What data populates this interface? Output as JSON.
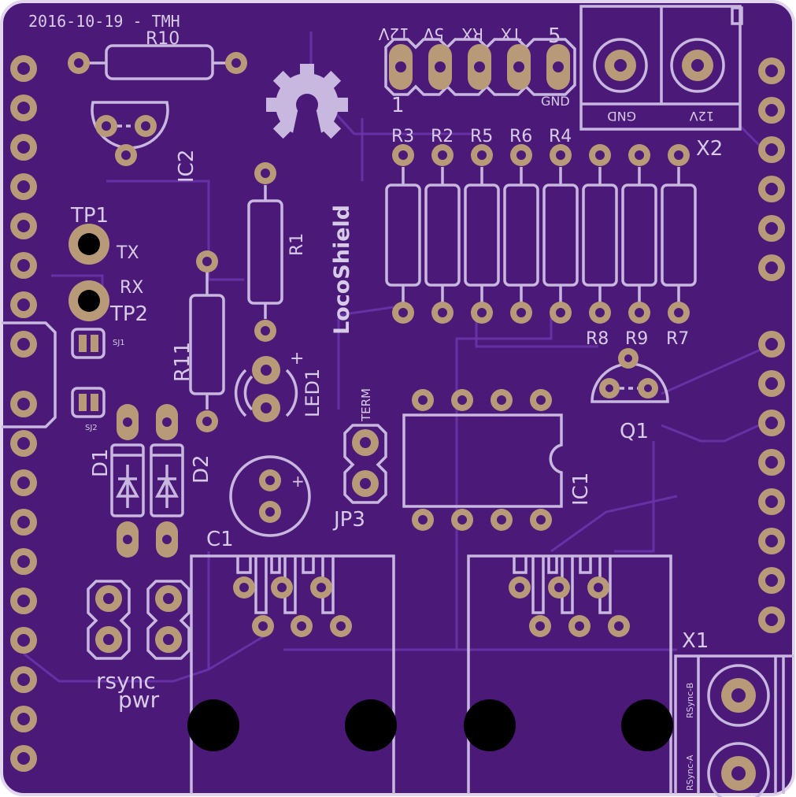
{
  "colors": {
    "board": "#4b1a78",
    "edge": "#e2d6ee",
    "silkscreen": "#d7cbe8",
    "copper_pad": "#b89a78",
    "trace": "#6c35ab"
  },
  "header": {
    "date_author": "2016-10-19 - TMH",
    "board_name": "LocoShield"
  },
  "connector_pins": {
    "labels": [
      "12V",
      "5V",
      "RX",
      "TX"
    ],
    "first": "1",
    "last": "5",
    "gnd": "GND"
  },
  "terminal_x2": {
    "ref": "X2",
    "labels": [
      "GND",
      "12V"
    ]
  },
  "terminal_x1": {
    "ref": "X1",
    "labels": [
      "RSync-B",
      "RSync-A"
    ]
  },
  "components": {
    "r10": "R10",
    "ic2": "IC2",
    "r1": "R1",
    "r11": "R11",
    "led1": "LED1",
    "led_plus": "+",
    "tp1": "TP1",
    "tp2": "TP2",
    "tx": "TX",
    "rx": "RX",
    "sj1": "SJ1",
    "sj2": "SJ2",
    "d1": "D1",
    "d2": "D2",
    "c1": "C1",
    "c1_plus": "+",
    "jp3": "JP3",
    "term": "TERM",
    "ic1": "IC1",
    "q1": "Q1",
    "rsync": "rsync",
    "pwr": "pwr"
  },
  "resistor_row_top": [
    "R3",
    "R2",
    "R5",
    "R6",
    "R4"
  ],
  "resistor_row_bottom": [
    "R8",
    "R9",
    "R7"
  ]
}
